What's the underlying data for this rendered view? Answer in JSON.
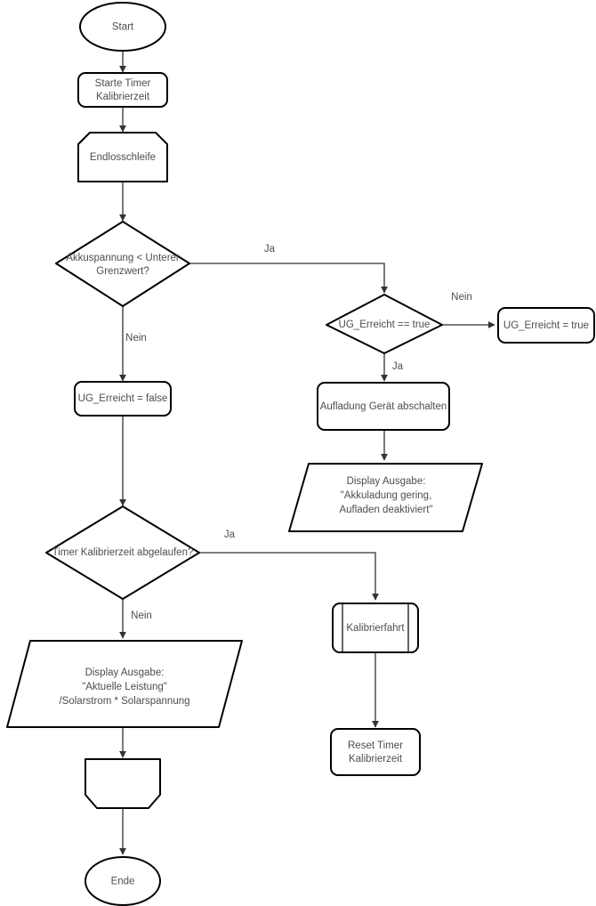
{
  "diagram": {
    "title": "Flussdiagramm Akkuspannung / Kalibrierzeit",
    "language": "de",
    "stroke_color": "#000000",
    "text_color": "#4d4d4d",
    "connector_color": "#333333",
    "background": "#ffffff"
  },
  "nodes": {
    "start": {
      "label": "Start",
      "shape": "ellipse"
    },
    "starte_timer": {
      "line1": "Starte Timer",
      "line2": "Kalibrierzeit",
      "shape": "rounded-rect"
    },
    "endlosschleife": {
      "label": "Endlosschleife",
      "shape": "loop-limit"
    },
    "akkuspannung_decision": {
      "line1": "Akkuspannung < Unterer",
      "line2": "Grenzwert?",
      "shape": "diamond"
    },
    "ug_erreicht_decision": {
      "label": "UG_Erreicht == true",
      "shape": "diamond"
    },
    "ug_erreicht_true": {
      "label": "UG_Erreicht = true",
      "shape": "rounded-rect"
    },
    "aufladung_abschalten": {
      "label": "Aufladung Gerät abschalten",
      "shape": "rounded-rect"
    },
    "display_akkuladung": {
      "line1": "Display Ausgabe:",
      "line2": "\"Akkuladung gering,",
      "line3": "Aufladen deaktiviert\"",
      "shape": "parallelogram"
    },
    "ug_erreicht_false": {
      "label": "UG_Erreicht = false",
      "shape": "rounded-rect"
    },
    "timer_decision": {
      "label": "Timer Kalibrierzeit abgelaufen?",
      "shape": "diamond"
    },
    "kalibrierfahrt": {
      "label": "Kalibrierfahrt",
      "shape": "predefined-process"
    },
    "reset_timer": {
      "line1": "Reset Timer",
      "line2": "Kalibrierzeit",
      "shape": "rounded-rect"
    },
    "display_leistung": {
      "line1": "Display Ausgabe:",
      "line2": "\"Aktuelle Leistung\"",
      "line3": "/Solarstrom * Solarspannung",
      "shape": "parallelogram"
    },
    "loop_end": {
      "label": "",
      "shape": "loop-limit-end"
    },
    "ende": {
      "label": "Ende",
      "shape": "ellipse"
    }
  },
  "edge_labels": {
    "akku_ja": "Ja",
    "akku_nein": "Nein",
    "ug_nein": "Nein",
    "ug_ja": "Ja",
    "timer_ja": "Ja",
    "timer_nein": "Nein"
  }
}
